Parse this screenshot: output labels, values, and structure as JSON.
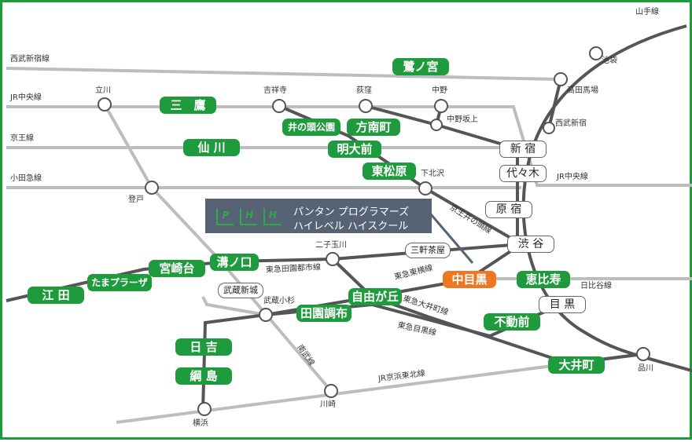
{
  "line_labels": {
    "seibu_shinjuku": "西武新宿線",
    "jr_chuo_left": "JR中央線",
    "keio": "京王線",
    "odakyu": "小田急線",
    "yamanote": "山手線",
    "jr_chuo_right": "JR中央線",
    "hibiya": "日比谷線",
    "denentoshi": "東急田園都市線",
    "toyoko": "東急東横線",
    "oimachi": "東急大井町線",
    "meguro": "東急目黒線",
    "keio_inokashira": "京王井の頭線",
    "nambu": "南武線",
    "keihin_tohoku": "JR京浜東北線"
  },
  "small_stations": {
    "ikebukuro": "池袋",
    "takadanobaba": "高田馬場",
    "seibu_shinjuku": "西武新宿",
    "tachikawa": "立川",
    "kichijoji": "吉祥寺",
    "ogikubo": "荻窪",
    "nakano": "中野",
    "nakanosakaue": "中野坂上",
    "shimokitazawa": "下北沢",
    "noborito": "登戸",
    "futakotamagawa": "二子玉川",
    "musashikosugi": "武蔵小杉",
    "shinagawa": "品川",
    "kawasaki": "川崎",
    "yokohama": "横浜"
  },
  "stations": {
    "saginomiya": "鷺ノ宮",
    "mitaka": "三　鷹",
    "inokashira_koen": "井の頭公園",
    "honancho": "方南町",
    "sengawa": "仙 川",
    "meidaimae": "明大前",
    "higashimatsubara": "東松原",
    "miyazakidai": "宮崎台",
    "mizonokuchi": "溝ノ口",
    "tama_plaza": "たまプラーザ",
    "eda": "江 田",
    "jiyugaoka": "自由が丘",
    "denenchofu": "田園調布",
    "hiyoshi": "日 吉",
    "tsunashima": "綱 島",
    "nakameguro": "中目黒",
    "ebisu": "恵比寿",
    "fudomae": "不動前",
    "oimachi": "大井町"
  },
  "white_stations": {
    "shinjuku": "新 宿",
    "yoyogi": "代々木",
    "harajuku": "原 宿",
    "shibuya": "渋 谷",
    "meguro": "目 黒",
    "sangenjaya": "三軒茶屋",
    "musashi_shinjo": "武蔵新城"
  },
  "school": {
    "logo": [
      "P",
      "H",
      "H"
    ],
    "line1": "パンタン プログラマーズ",
    "line2": "ハイレベル ハイスクール"
  },
  "colors": {
    "border": "#1e9b3c",
    "station_green": "#1e9b3c",
    "station_orange": "#ee7722",
    "yamanote": "#555555",
    "route_dark": "#555555",
    "route_light": "#bbbbbb",
    "school_bg": "#566374"
  }
}
